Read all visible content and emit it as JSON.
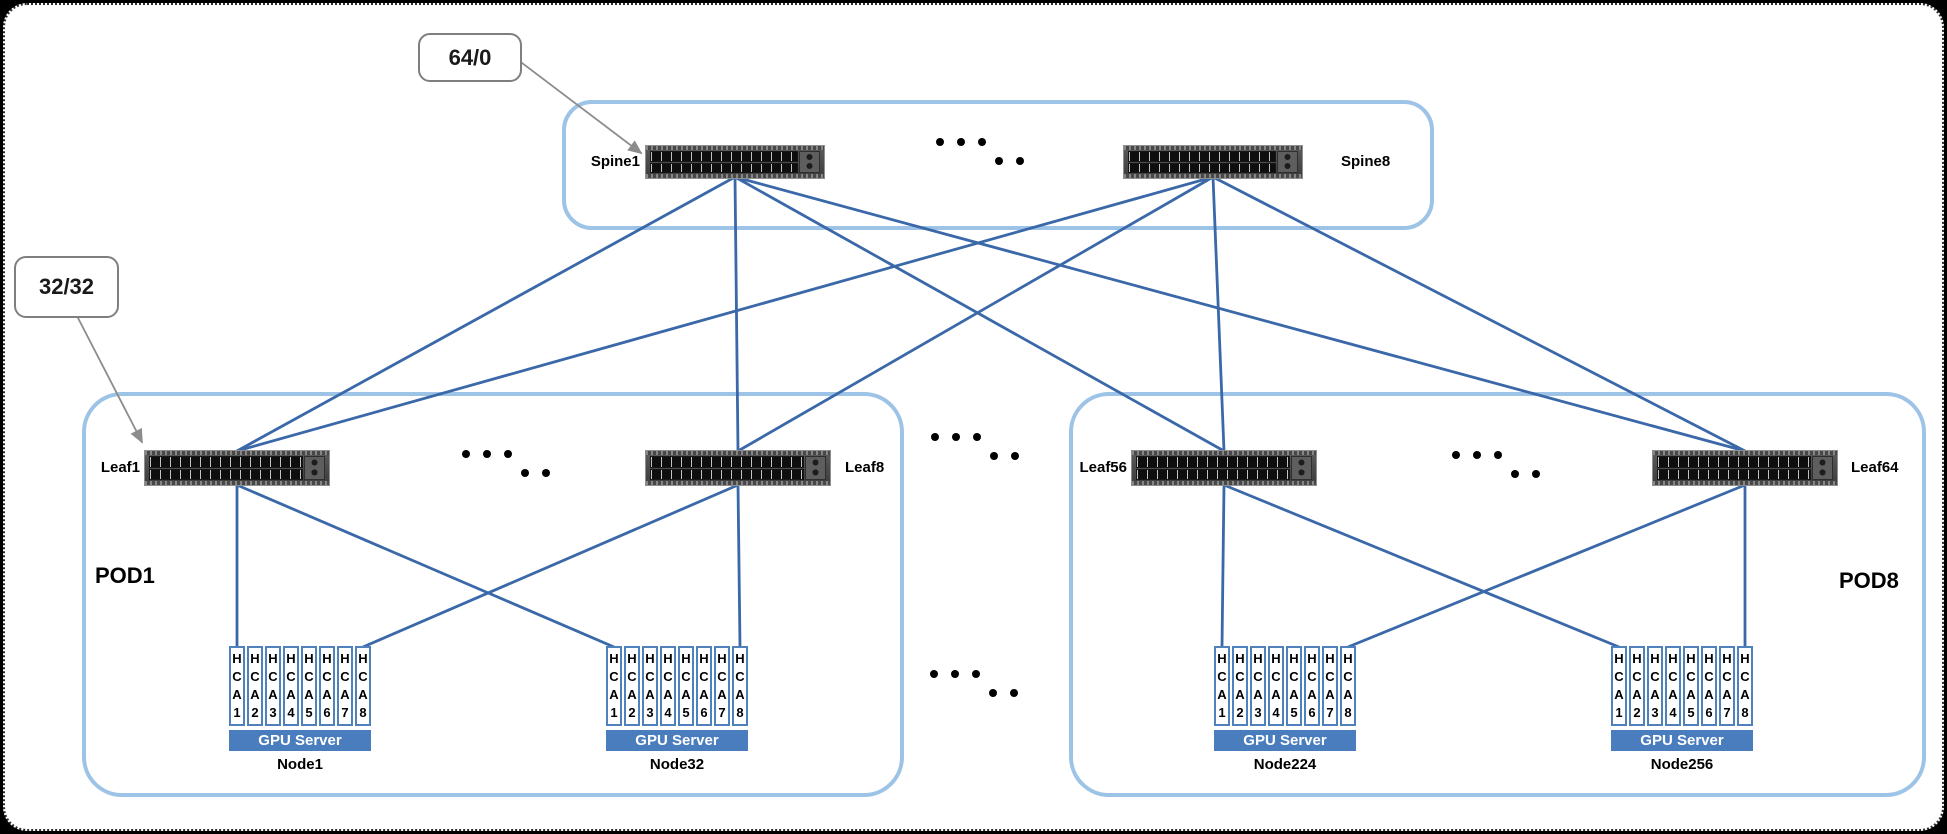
{
  "callouts": {
    "spine_radix": {
      "text": "64/0"
    },
    "leaf_radix": {
      "text": "32/32"
    }
  },
  "spine_group": {
    "spines": [
      {
        "id": "spine1",
        "label": "Spine1"
      },
      {
        "id": "spine8",
        "label": "Spine8"
      }
    ]
  },
  "pods": [
    {
      "id": "pod1",
      "label": "POD1",
      "leaves": [
        {
          "id": "leaf1",
          "label": "Leaf1"
        },
        {
          "id": "leaf8",
          "label": "Leaf8"
        }
      ],
      "servers": [
        {
          "id": "node1",
          "label": "Node1",
          "chassis_label": "GPU Server",
          "hcas": [
            "HCA1",
            "HCA2",
            "HCA3",
            "HCA4",
            "HCA5",
            "HCA6",
            "HCA7",
            "HCA8"
          ]
        },
        {
          "id": "node32",
          "label": "Node32",
          "chassis_label": "GPU Server",
          "hcas": [
            "HCA1",
            "HCA2",
            "HCA3",
            "HCA4",
            "HCA5",
            "HCA6",
            "HCA7",
            "HCA8"
          ]
        }
      ]
    },
    {
      "id": "pod8",
      "label": "POD8",
      "leaves": [
        {
          "id": "leaf56",
          "label": "Leaf56"
        },
        {
          "id": "leaf64",
          "label": "Leaf64"
        }
      ],
      "servers": [
        {
          "id": "node224",
          "label": "Node224",
          "chassis_label": "GPU Server",
          "hcas": [
            "HCA1",
            "HCA2",
            "HCA3",
            "HCA4",
            "HCA5",
            "HCA6",
            "HCA7",
            "HCA8"
          ]
        },
        {
          "id": "node256",
          "label": "Node256",
          "chassis_label": "GPU Server",
          "hcas": [
            "HCA1",
            "HCA2",
            "HCA3",
            "HCA4",
            "HCA5",
            "HCA6",
            "HCA7",
            "HCA8"
          ]
        }
      ]
    }
  ],
  "links": {
    "spine_leaf": [
      [
        "spine1",
        "leaf1"
      ],
      [
        "spine1",
        "leaf8"
      ],
      [
        "spine1",
        "leaf56"
      ],
      [
        "spine1",
        "leaf64"
      ],
      [
        "spine8",
        "leaf1"
      ],
      [
        "spine8",
        "leaf8"
      ],
      [
        "spine8",
        "leaf56"
      ],
      [
        "spine8",
        "leaf64"
      ]
    ],
    "leaf_hca": [
      [
        "leaf1",
        "node1",
        "hca1"
      ],
      [
        "leaf1",
        "node32",
        "hca1"
      ],
      [
        "leaf8",
        "node1",
        "hca8"
      ],
      [
        "leaf8",
        "node32",
        "hca8"
      ],
      [
        "leaf56",
        "node224",
        "hca1"
      ],
      [
        "leaf56",
        "node256",
        "hca1"
      ],
      [
        "leaf64",
        "node224",
        "hca8"
      ],
      [
        "leaf64",
        "node256",
        "hca8"
      ]
    ]
  },
  "colors": {
    "link": "#3a68a8",
    "container_border": "#9dc3e6",
    "gpu_bar": "#4a7dbd",
    "hca_border": "#4f81bd",
    "arrow": "#8c8c8c",
    "callout_border": "#7f7f7f"
  }
}
